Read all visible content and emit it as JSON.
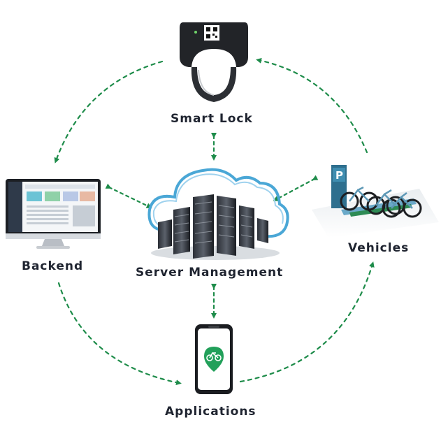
{
  "nodes": {
    "smart_lock": {
      "label": "Smart Lock",
      "icon": "smart-lock-icon"
    },
    "server": {
      "label": "Server Management",
      "icon": "cloud-server-icon"
    },
    "backend": {
      "label": "Backend",
      "icon": "monitor-icon"
    },
    "vehicles": {
      "label": "Vehicles",
      "icon": "bike-station-icon"
    },
    "applications": {
      "label": "Applications",
      "icon": "smartphone-icon"
    }
  },
  "colors": {
    "arrow": "#1e8c4a",
    "label_text": "#1f2430",
    "cloud_outline": "#4aa7d6",
    "app_green": "#22a05a"
  }
}
